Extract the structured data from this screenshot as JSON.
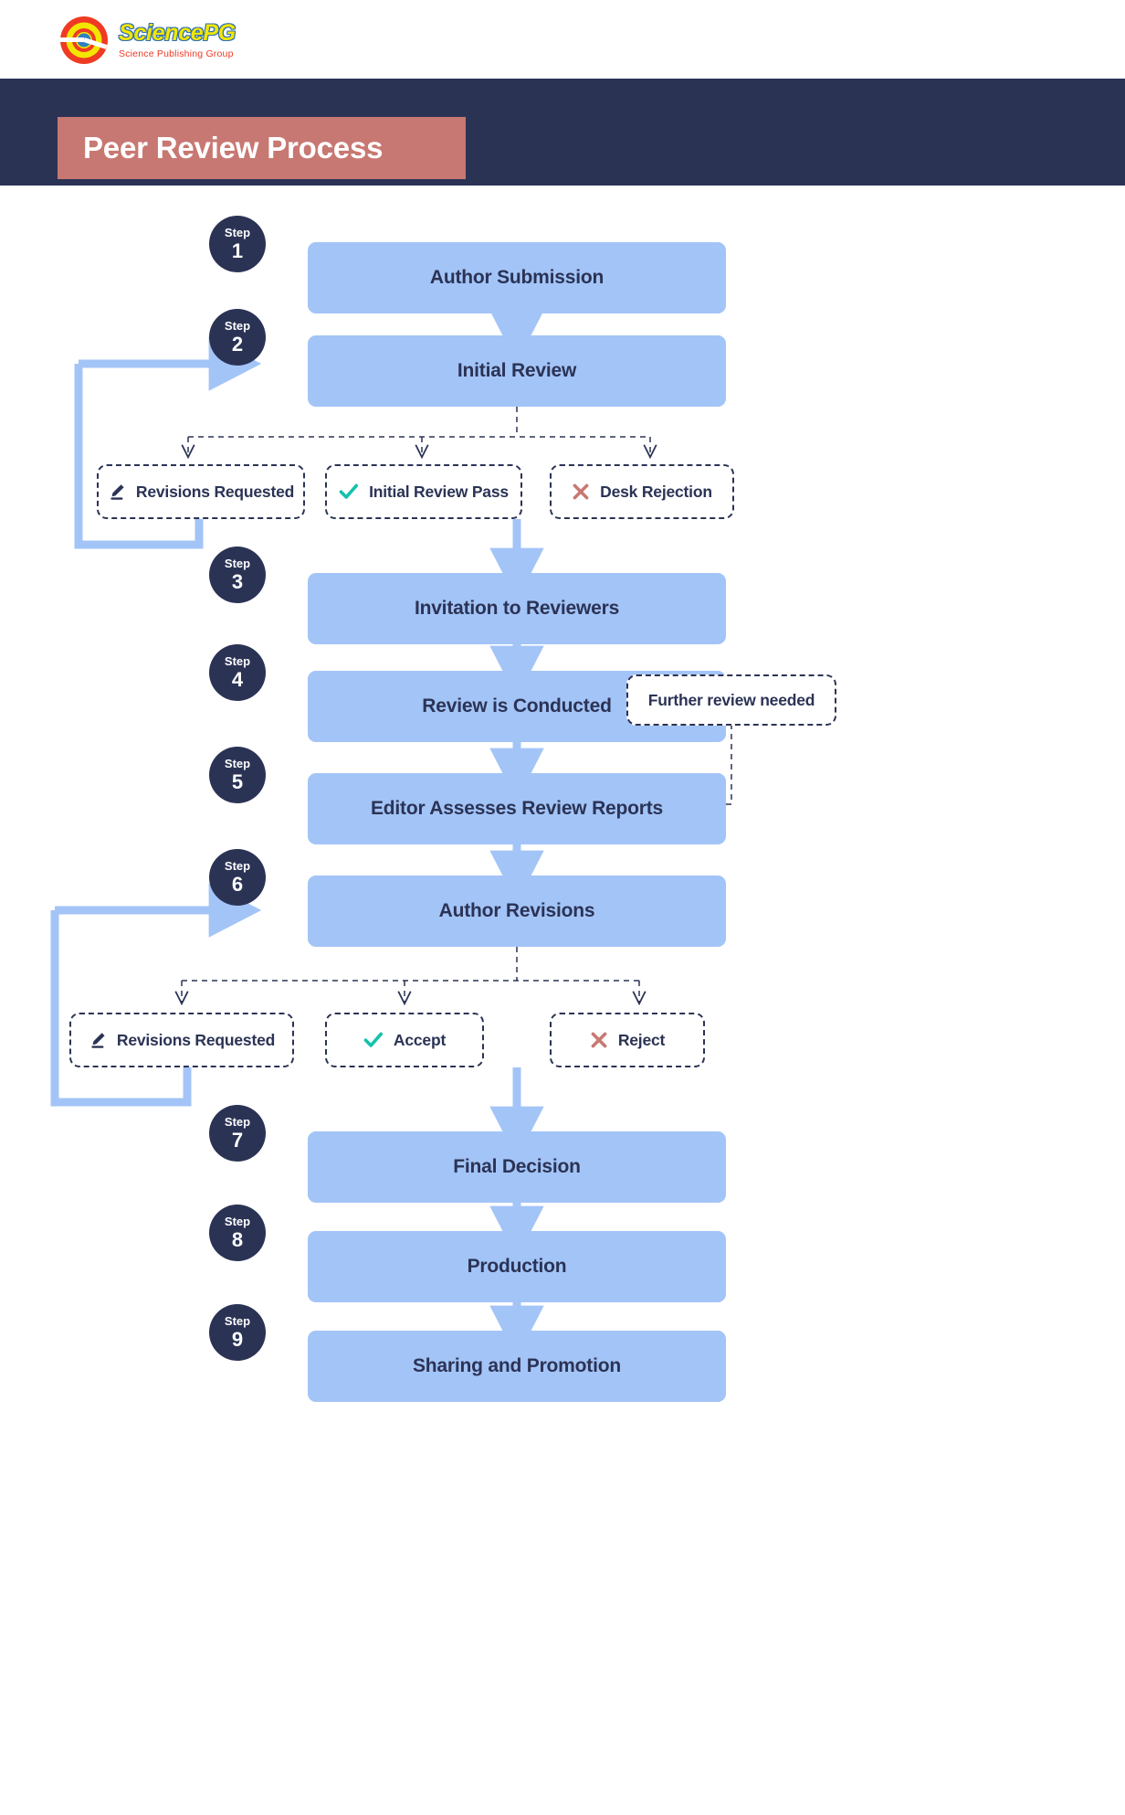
{
  "brand": {
    "name": "SciencePG",
    "tagline": "Science Publishing Group",
    "logo_icon": "sciencepg-logo-icon"
  },
  "header": {
    "title": "Peer Review Process",
    "banner_color": "#2b3355",
    "title_box_color": "#c87872"
  },
  "theme": {
    "step_box_color": "#a3c4f7",
    "badge_color": "#2b3355",
    "text_color": "#2b3355",
    "accept_icon_color": "#13c2ab",
    "reject_icon_color": "#c87872",
    "arrow_color": "#a3c4f7",
    "dashed_color": "#2b3355"
  },
  "badge_word": "Step",
  "steps": [
    {
      "number": "1",
      "label": "Author Submission"
    },
    {
      "number": "2",
      "label": "Initial Review"
    },
    {
      "number": "3",
      "label": "Invitation to Reviewers"
    },
    {
      "number": "4",
      "label": "Review is Conducted"
    },
    {
      "number": "5",
      "label": "Editor Assesses Review Reports"
    },
    {
      "number": "6",
      "label": "Author Revisions"
    },
    {
      "number": "7",
      "label": "Final Decision"
    },
    {
      "number": "8",
      "label": "Production"
    },
    {
      "number": "9",
      "label": "Sharing and Promotion"
    }
  ],
  "outcomes_initial": [
    {
      "label": "Revisions Requested",
      "icon": "pencil-icon"
    },
    {
      "label": "Initial Review Pass",
      "icon": "check-icon"
    },
    {
      "label": "Desk Rejection",
      "icon": "cross-icon"
    }
  ],
  "outcomes_final": [
    {
      "label": "Revisions Requested",
      "icon": "pencil-icon"
    },
    {
      "label": "Accept",
      "icon": "check-icon"
    },
    {
      "label": "Reject",
      "icon": "cross-icon"
    }
  ],
  "notes": {
    "further_review": "Further review needed"
  }
}
